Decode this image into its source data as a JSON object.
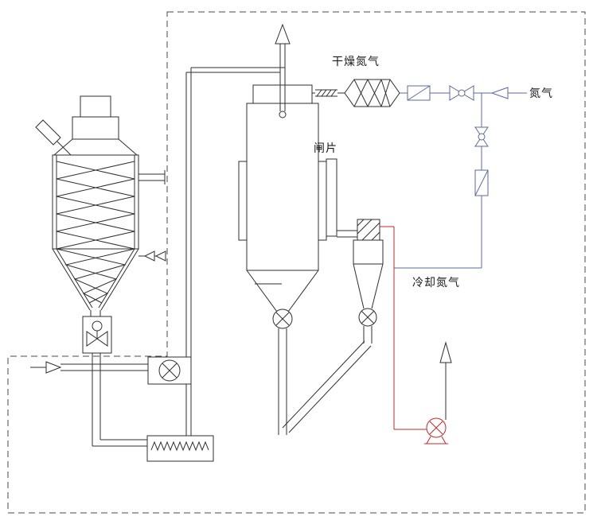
{
  "labels": {
    "drying_nitrogen": "干燥氮气",
    "nitrogen": "氮气",
    "gate_plate": "闸片",
    "cooling_nitrogen": "冷却氮气"
  },
  "colors": {
    "line": "#2f2f2f",
    "red": "#c62828",
    "blue": "#5b6b9e",
    "dashed_border": "#4a4a4a",
    "background": "#ffffff"
  }
}
